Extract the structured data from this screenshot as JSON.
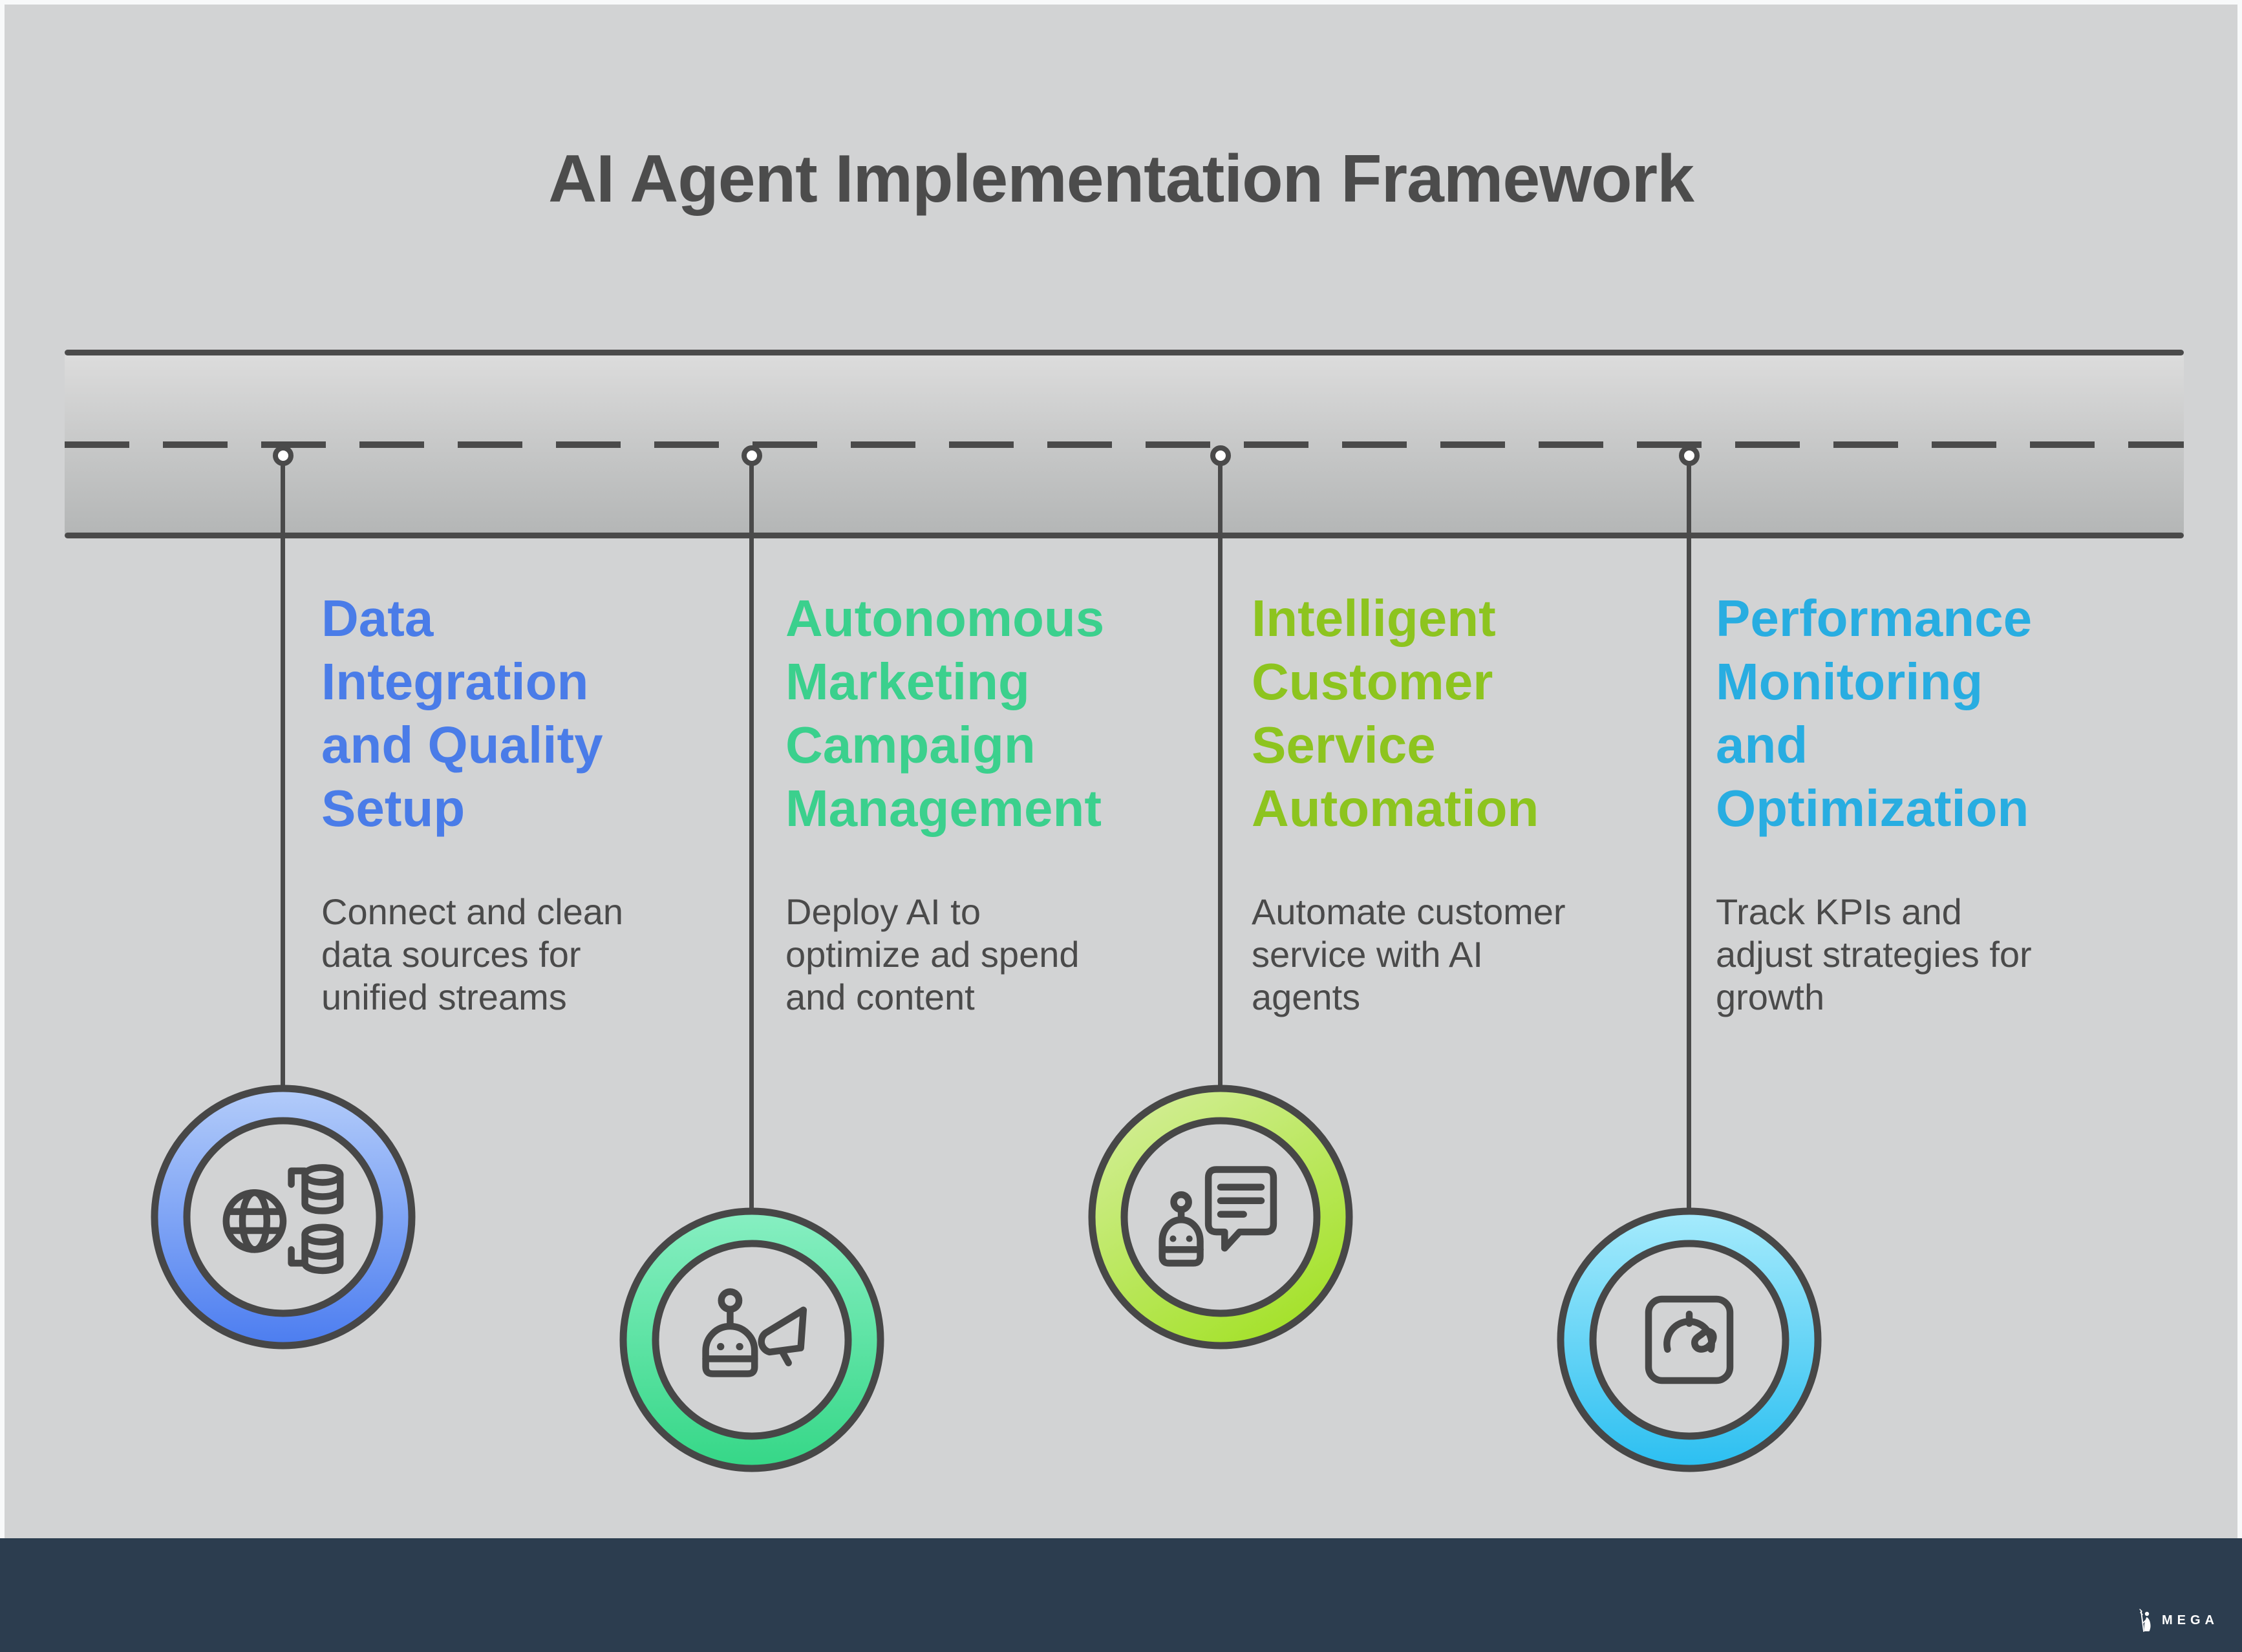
{
  "title": "AI Agent Implementation Framework",
  "columns": [
    {
      "heading": "Data Integration and Quality Setup",
      "description": "Connect and clean data sources for unified streams",
      "accent": "#4a7ce8",
      "icon": "globe-database-icon",
      "ring": [
        "#b3ccfa",
        "#4c7df0"
      ]
    },
    {
      "heading": "Autonomous Marketing Campaign Management",
      "description": "Deploy AI to optimize ad spend and content",
      "accent": "#3bd08d",
      "icon": "robot-megaphone-icon",
      "ring": [
        "#87efc2",
        "#35d787"
      ]
    },
    {
      "heading": "Intelligent Customer Service Automation",
      "description": "Automate customer service with AI agents",
      "accent": "#8dc41f",
      "icon": "robot-chat-icon",
      "ring": [
        "#d7efa0",
        "#a6e22e"
      ]
    },
    {
      "heading": "Performance Monitoring and Optimization",
      "description": "Track KPIs and adjust strategies for growth",
      "accent": "#28ade1",
      "icon": "gauge-icon",
      "ring": [
        "#a6ebfc",
        "#2bbff1"
      ]
    }
  ],
  "footer": {
    "brand": "MEGA",
    "logo_icon": "mega-wizard-icon"
  },
  "colors": {
    "page_margin": "#f8f9fa",
    "canvas": "#d2d3d4",
    "footer_bg": "#2c3d4f",
    "title_text": "#4c4c4c",
    "body_text": "#4a4a4a",
    "line": "#4a4a4a",
    "icon_stroke": "#474747"
  }
}
